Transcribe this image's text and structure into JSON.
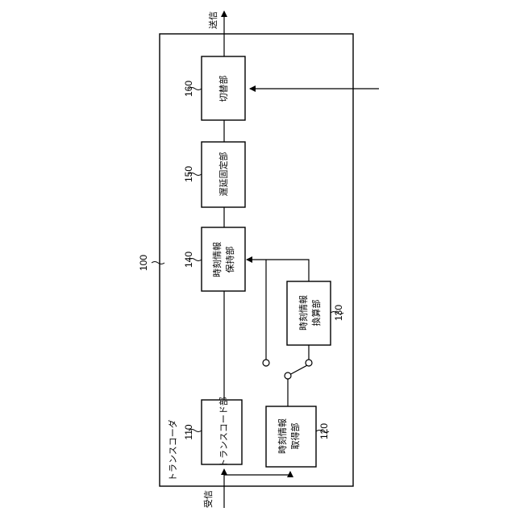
{
  "diagram": {
    "transcoder": {
      "ref": "100",
      "label": "トランスコーダ"
    },
    "blocks": {
      "transcode": {
        "ref": "110",
        "label": "トランスコード部"
      },
      "acquire": {
        "ref": "120",
        "line1": "時刻情報",
        "line2": "取得部"
      },
      "convert": {
        "ref": "130",
        "line1": "時刻情報",
        "line2": "換算部"
      },
      "hold": {
        "ref": "140",
        "line1": "時刻情報",
        "line2": "保持部"
      },
      "delay": {
        "ref": "150",
        "label": "遅延固定部"
      },
      "switch": {
        "ref": "160",
        "label": "切替部"
      }
    },
    "io": {
      "receive": "受信",
      "send": "送信"
    }
  }
}
